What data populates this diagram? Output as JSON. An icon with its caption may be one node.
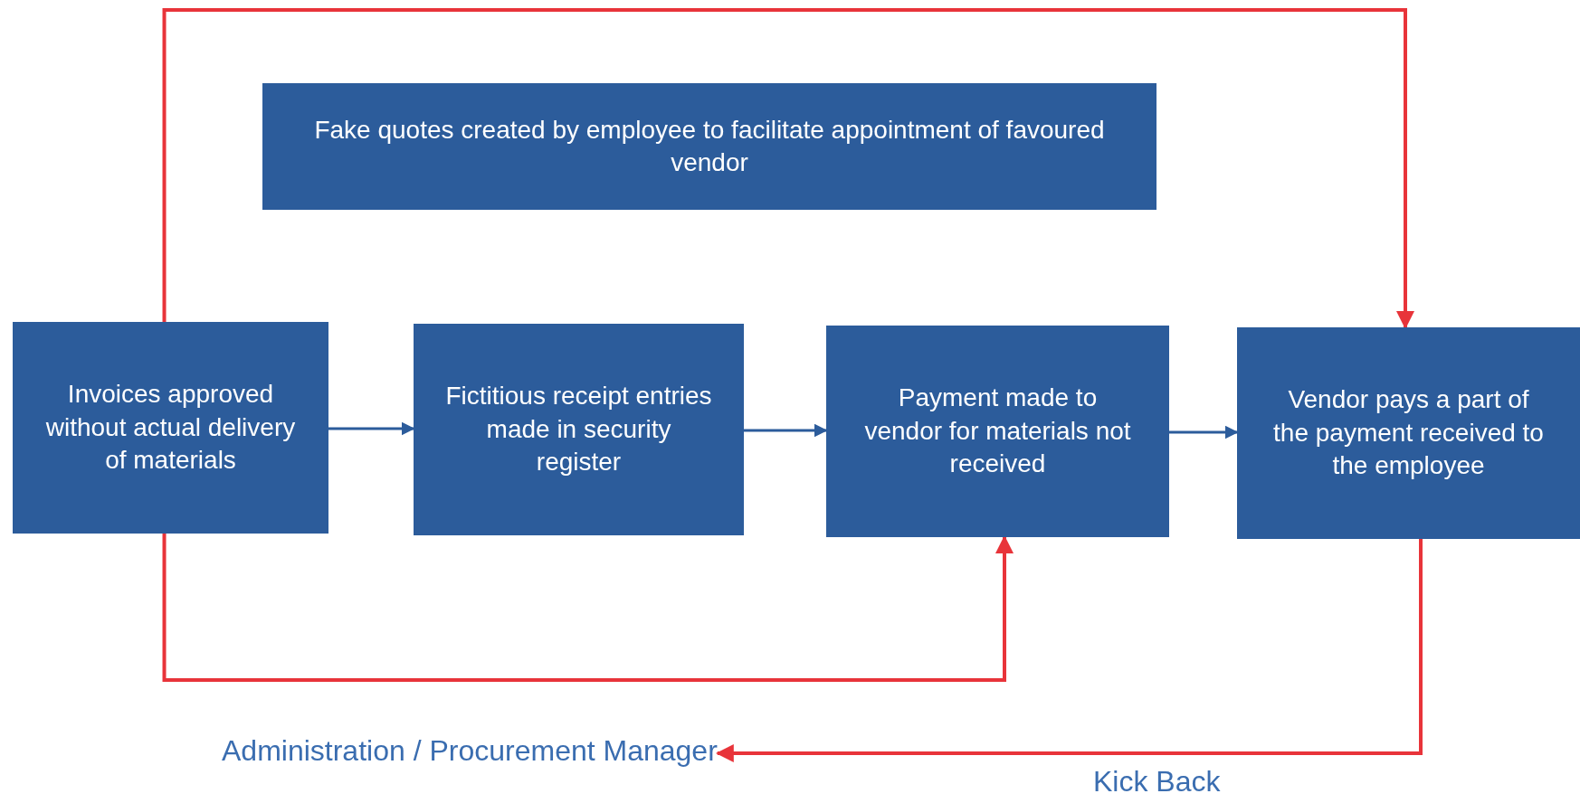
{
  "diagram": {
    "nodes": [
      {
        "text": [
          "Fake quotes created by employee to facilitate appointment of favoured vendor"
        ]
      },
      {
        "text": [
          "Invoices approved without actual delivery of materials"
        ]
      },
      {
        "text": [
          "Fictitious receipt entries made in security register"
        ]
      },
      {
        "text": [
          "Payment made to vendor for materials not received"
        ]
      },
      {
        "text": [
          "Vendor pays a part of the payment received to the employee"
        ]
      },
      {
        "text": [
          "Administration / Procurement Manager"
        ]
      }
    ],
    "edges": [
      {
        "from": 1,
        "to": 2,
        "arrow": "to"
      },
      {
        "from": 2,
        "to": 3,
        "arrow": "to"
      },
      {
        "from": 3,
        "to": 4,
        "arrow": "to"
      },
      {
        "from": 1,
        "to": 4,
        "arrow": "to",
        "color": "#e8343a"
      },
      {
        "from": 1,
        "to": 3,
        "arrow": "to",
        "color": "#e8343a"
      },
      {
        "from": 4,
        "to": 5,
        "arrow": "to",
        "color": "#e8343a",
        "label": "Kick Back"
      }
    ]
  }
}
